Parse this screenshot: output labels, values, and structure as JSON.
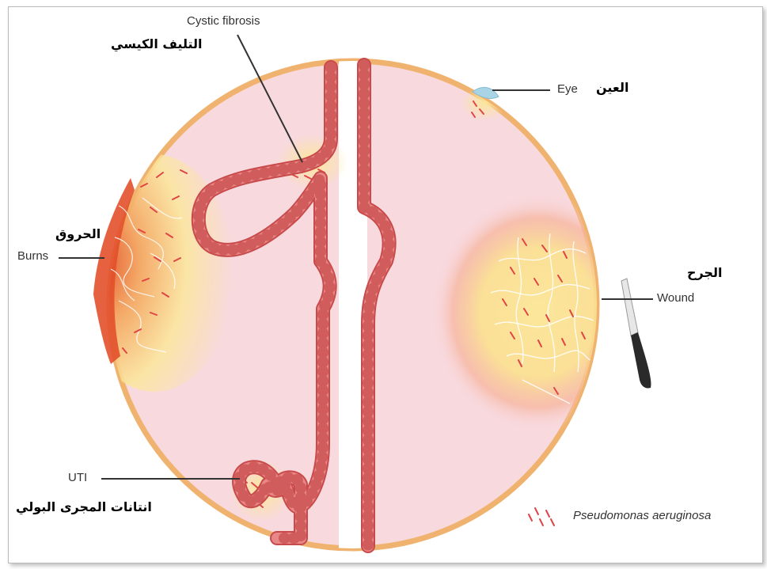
{
  "labels": {
    "cystic_fibrosis": "Cystic fibrosis",
    "cystic_fibrosis_ar": "التليف الكيسي",
    "eye": "Eye",
    "eye_ar": "العين",
    "burns": "Burns",
    "burns_ar": "الحروق",
    "wound": "Wound",
    "wound_ar": "الجرح",
    "uti": "UTI",
    "uti_ar": "انتانات المجرى البولي"
  },
  "legend": {
    "label": "Pseudomonas aeruginosa"
  },
  "colors": {
    "body_fill": "#f8d9de",
    "body_outline": "#f0b36f",
    "epithelium": "#e88787",
    "epithelium_edge": "#c84a4a",
    "bacteria": "#e04545",
    "infection_yellow": "#fbe79b",
    "burn_red": "#e2502b",
    "eye_blue": "#a9d4e6"
  }
}
